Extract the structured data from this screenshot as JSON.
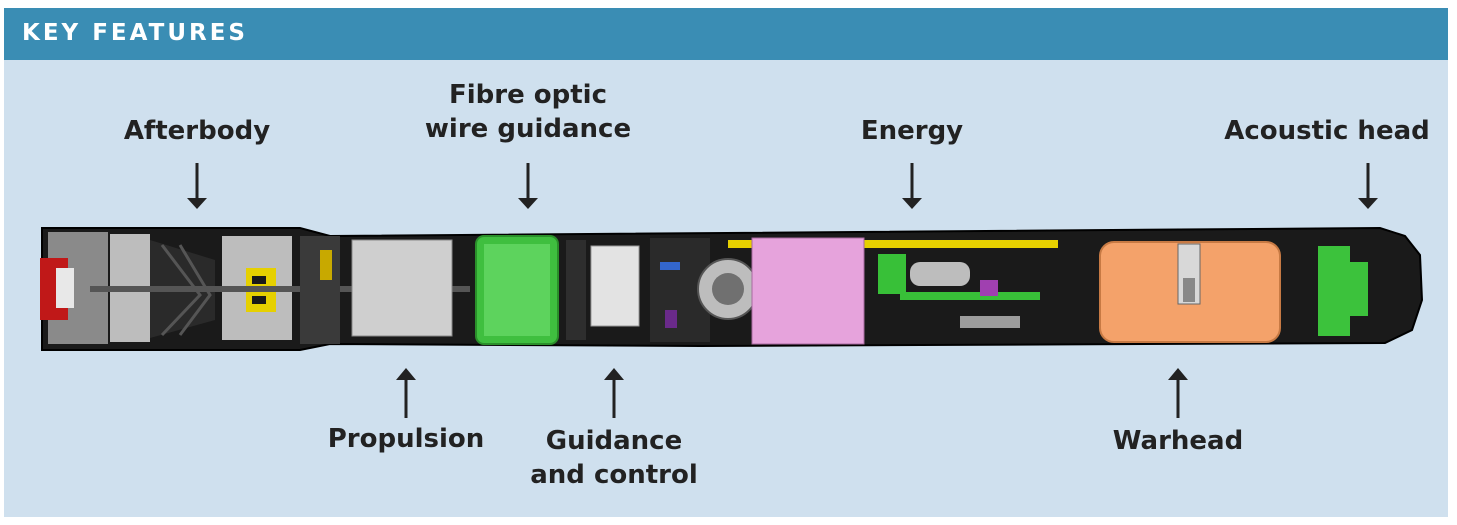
{
  "header": {
    "title": "KEY FEATURES"
  },
  "labels": {
    "afterbody": "Afterbody",
    "fibre_optic": "Fibre optic\nwire guidance",
    "energy": "Energy",
    "acoustic_head": "Acoustic head",
    "propulsion": "Propulsion",
    "guidance_control": "Guidance\nand control",
    "warhead": "Warhead"
  },
  "colors": {
    "header": "#3a8db4",
    "panel": "#cfe0ee",
    "fibre_optic_section": "#3fbf3f",
    "energy_section": "#e6a3dc",
    "warhead_section": "#f4a26a",
    "acoustic_head_section": "#3cc23c"
  }
}
